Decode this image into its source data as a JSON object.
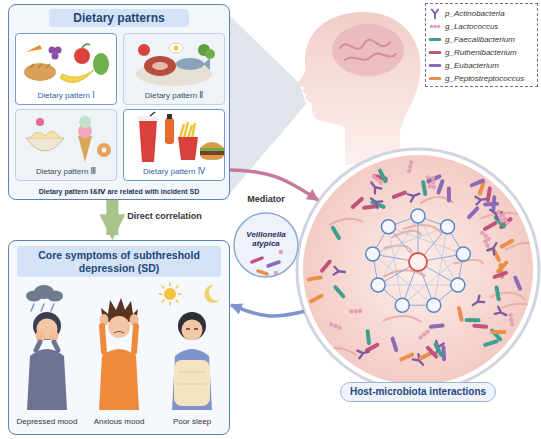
{
  "diagram": {
    "nodes": [
      {
        "text": [
          "Dietary patterns",
          "Dietary pattern Ⅰ&Ⅳ are related with incident SD"
        ]
      },
      {
        "text": [
          "Dietary pattern Ⅰ"
        ],
        "in": 0
      },
      {
        "text": [
          "Dietary pattern Ⅱ"
        ],
        "in": 0
      },
      {
        "text": [
          "Dietary pattern Ⅲ"
        ],
        "in": 0
      },
      {
        "text": [
          "Dietary pattern Ⅳ"
        ],
        "in": 0
      },
      {
        "text": [
          "Mediator",
          "Veillonella atypica"
        ]
      },
      {
        "text": [
          "Core symptoms of subthreshold depression (SD)"
        ]
      },
      {
        "text": [
          "Host-microbiota interactions"
        ]
      }
    ],
    "edges": [
      {
        "from": 0,
        "to": 6,
        "label": "Direct correlation",
        "arrow": "to"
      },
      {
        "from": 0,
        "to": 7,
        "arrow": "to"
      },
      {
        "from": 7,
        "to": 6,
        "arrow": "to"
      }
    ],
    "labels": [
      "Depressed mood",
      "Anxious mood",
      "Poor sleep"
    ],
    "legend": [
      {
        "text": "p_Actinobacteria"
      },
      {
        "text": "g_Lactococcus"
      },
      {
        "text": "g_Faecalibacterium"
      },
      {
        "text": "g_Ruthenibacterium"
      },
      {
        "text": "g_Eubacterium"
      },
      {
        "text": "g_Peptostreptococcus"
      }
    ]
  }
}
